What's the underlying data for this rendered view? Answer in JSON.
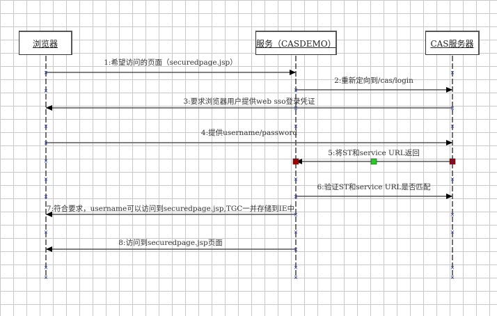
{
  "objects": [
    {
      "label": "浏览器"
    },
    {
      "label": "服务（CASDEMO）"
    },
    {
      "label": "CAS服务器"
    }
  ],
  "messages": [
    {
      "label": "1:希望访问的页面（securedpage.jsp）",
      "from": 0,
      "to": 1
    },
    {
      "label": "2:重新定向到/cas/login",
      "from": 1,
      "to": 2
    },
    {
      "label": "3:要求浏览器用户提供web sso登录凭证",
      "from": 2,
      "to": 0
    },
    {
      "label": "4:提供username/password",
      "from": 0,
      "to": 2
    },
    {
      "label": "5:将ST和service URL返回",
      "from": 2,
      "to": 1
    },
    {
      "label": "6:验证ST和service URL是否匹配",
      "from": 1,
      "to": 2
    },
    {
      "label": "7:符合要求，username可以访问到securedpage.jsp,TGC一并存储到IE中",
      "from": 1,
      "to": 0
    },
    {
      "label": "8:访问到securedpage.jsp页面",
      "from": 1,
      "to": 0
    }
  ]
}
